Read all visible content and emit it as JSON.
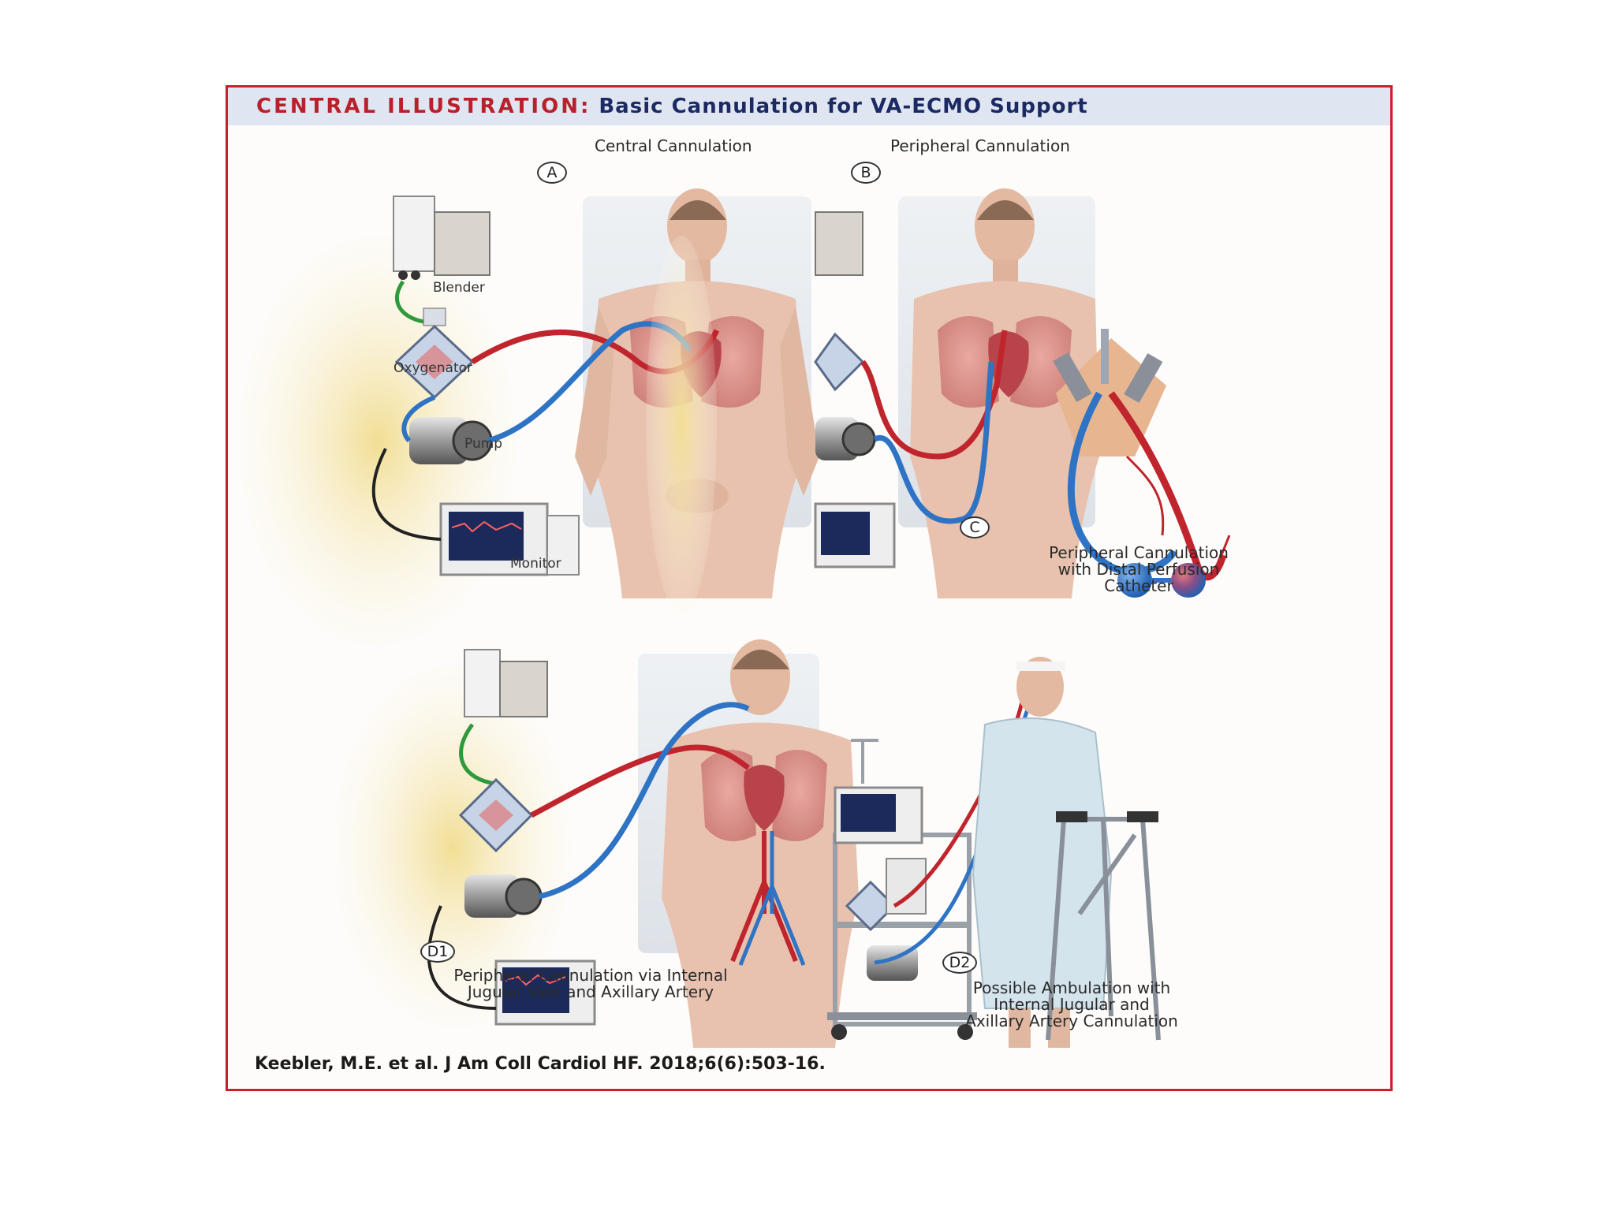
{
  "header": {
    "keyword": "CENTRAL ILLUSTRATION:",
    "title": "Basic Cannulation for VA-ECMO Support"
  },
  "panels": {
    "a": {
      "badge": "A",
      "title": "Central Cannulation"
    },
    "b": {
      "badge": "B",
      "title": "Peripheral Cannulation"
    },
    "c": {
      "badge": "C",
      "lines": [
        "Peripheral Cannulation",
        "with Distal Perfusion",
        "Catheter"
      ]
    },
    "d1": {
      "badge": "D1",
      "lines": [
        "Peripheral Cannulation via Internal",
        "Jugular Vein and Axillary Artery"
      ]
    },
    "d2": {
      "badge": "D2",
      "lines": [
        "Possible Ambulation with",
        "Internal Jugular and",
        "Axillary Artery Cannulation"
      ]
    }
  },
  "component_labels": {
    "blender": "Blender",
    "oxygenator": "Oxygenator",
    "pump": "Pump",
    "monitor": "Monitor"
  },
  "citation": "Keebler, M.E. et al. J Am Coll Cardiol HF. 2018;6(6):503-16.",
  "colors": {
    "frame": "#c8202c",
    "banner_bg": "#dfe5f1",
    "keyword": "#b8202b",
    "title": "#1c2a63",
    "arterial": "#c0242c",
    "venous": "#2f74c4",
    "gas_line": "#2f9a3c",
    "skin": "#e8c2ae",
    "backdrop": "#ecd27a"
  }
}
